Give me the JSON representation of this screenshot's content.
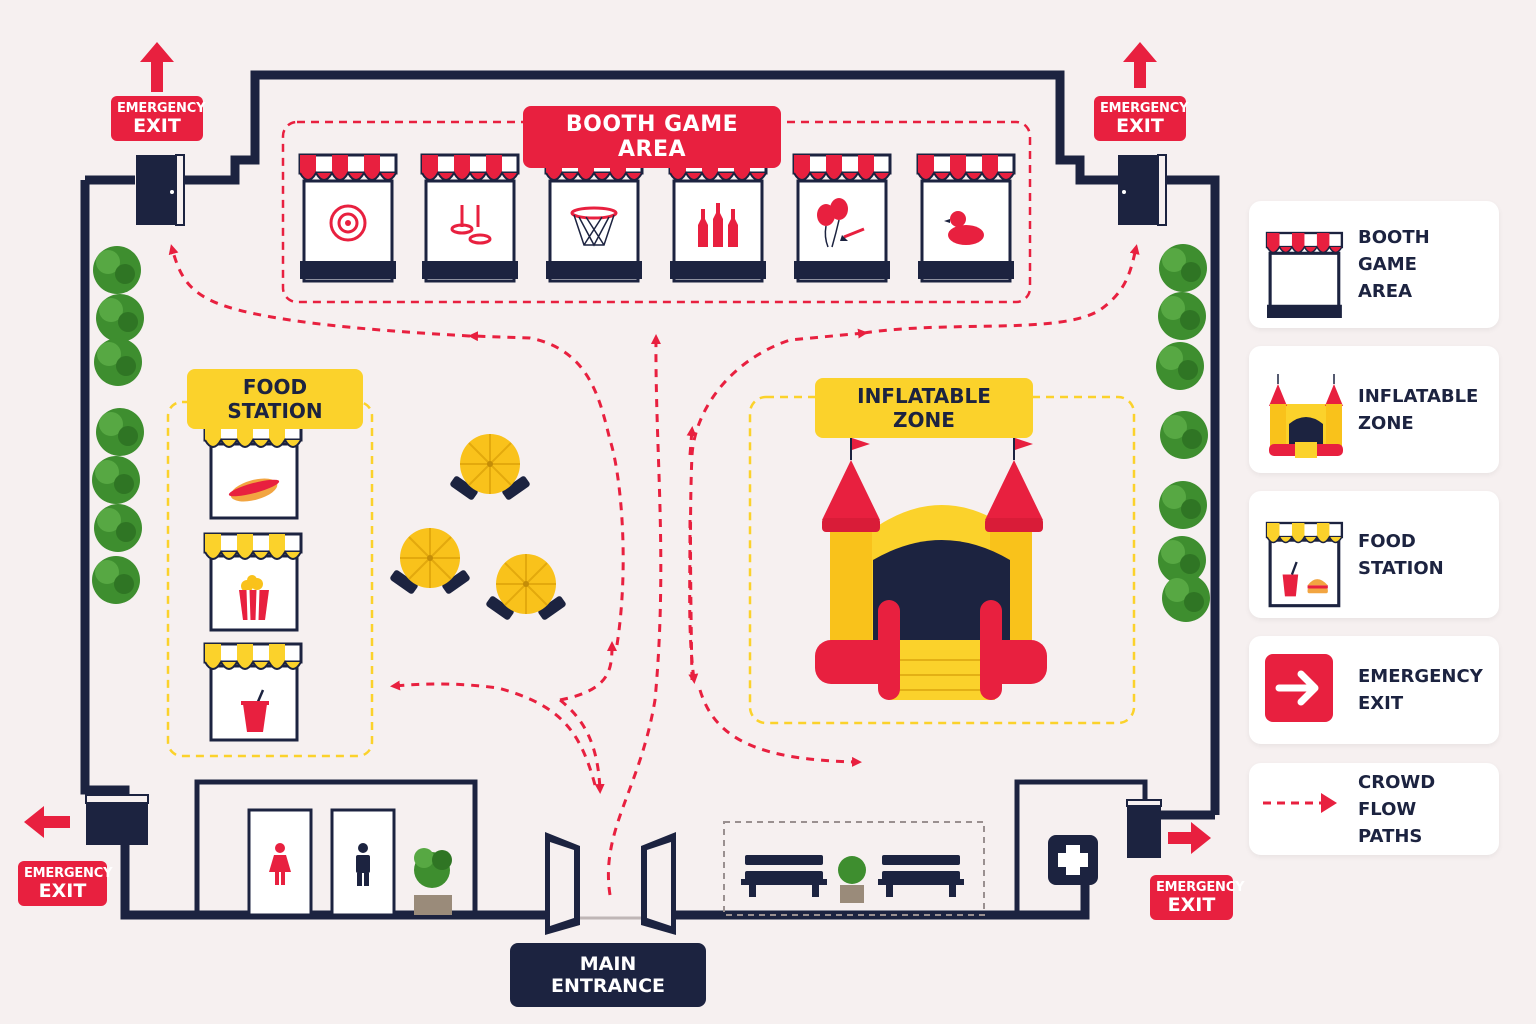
{
  "zones": {
    "booth_game_area": "BOOTH GAME AREA",
    "food_station": "FOOD STATION",
    "inflatable_zone": "INFLATABLE ZONE"
  },
  "exits": {
    "top_left": {
      "line1": "EMERGENCY",
      "line2": "EXIT"
    },
    "top_right": {
      "line1": "EMERGENCY",
      "line2": "EXIT"
    },
    "bottom_left": {
      "line1": "EMERGENCY",
      "line2": "EXIT"
    },
    "bottom_right": {
      "line1": "EMERGENCY",
      "line2": "EXIT"
    }
  },
  "main_entrance": "MAIN ENTRANCE",
  "booth_icons": [
    "target-icon",
    "ring-toss-icon",
    "basketball-hoop-icon",
    "bottles-icon",
    "balloons-darts-icon",
    "rubber-duck-icon"
  ],
  "food_icons": [
    "hot-dog-icon",
    "popcorn-icon",
    "drink-cup-icon"
  ],
  "legend": [
    {
      "icon": "booth-icon",
      "line1": "BOOTH GAME",
      "line2": "AREA"
    },
    {
      "icon": "bounce-castle-icon",
      "line1": "INFLATABLE",
      "line2": "ZONE"
    },
    {
      "icon": "food-stall-icon",
      "line1": "FOOD",
      "line2": "STATION"
    },
    {
      "icon": "exit-arrow-icon",
      "line1": "EMERGENCY",
      "line2": "EXIT"
    },
    {
      "icon": "dashed-arrow-icon",
      "line1": "CROWD FLOW",
      "line2": "PATHS"
    }
  ],
  "colors": {
    "navy": "#1c2340",
    "red": "#e8203f",
    "yellow": "#fbd22b",
    "green": "#3e8e2f",
    "background": "#f6f0f0"
  }
}
